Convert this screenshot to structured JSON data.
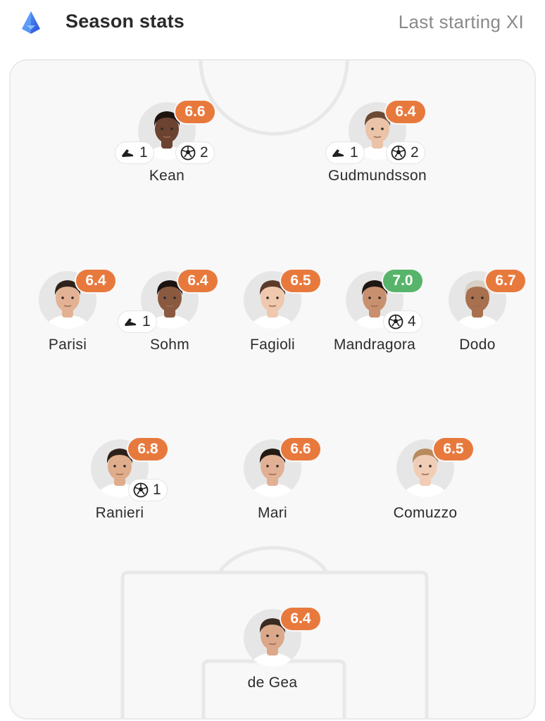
{
  "header": {
    "title": "Season stats",
    "subtitle": "Last starting XI",
    "logo_icon": "serie-a-logo"
  },
  "colors": {
    "rating_orange": "#e8793d",
    "rating_green": "#57b46a",
    "pitch_bg": "#f8f8f8",
    "pitch_lines": "#e8e8e8"
  },
  "players": [
    {
      "id": "kean",
      "name": "Kean",
      "rating": "6.6",
      "assists": "1",
      "goals": "2"
    },
    {
      "id": "gudmundsson",
      "name": "Gudmundsson",
      "rating": "6.4",
      "assists": "1",
      "goals": "2"
    },
    {
      "id": "parisi",
      "name": "Parisi",
      "rating": "6.4"
    },
    {
      "id": "sohm",
      "name": "Sohm",
      "rating": "6.4",
      "assists": "1"
    },
    {
      "id": "fagioli",
      "name": "Fagioli",
      "rating": "6.5"
    },
    {
      "id": "mandragora",
      "name": "Mandragora",
      "rating": "7.0",
      "goals": "4"
    },
    {
      "id": "dodo",
      "name": "Dodo",
      "rating": "6.7"
    },
    {
      "id": "ranieri",
      "name": "Ranieri",
      "rating": "6.8",
      "goals": "1"
    },
    {
      "id": "mari",
      "name": "Mari",
      "rating": "6.6"
    },
    {
      "id": "comuzzo",
      "name": "Comuzzo",
      "rating": "6.5"
    },
    {
      "id": "de-gea",
      "name": "de Gea",
      "rating": "6.4"
    }
  ]
}
